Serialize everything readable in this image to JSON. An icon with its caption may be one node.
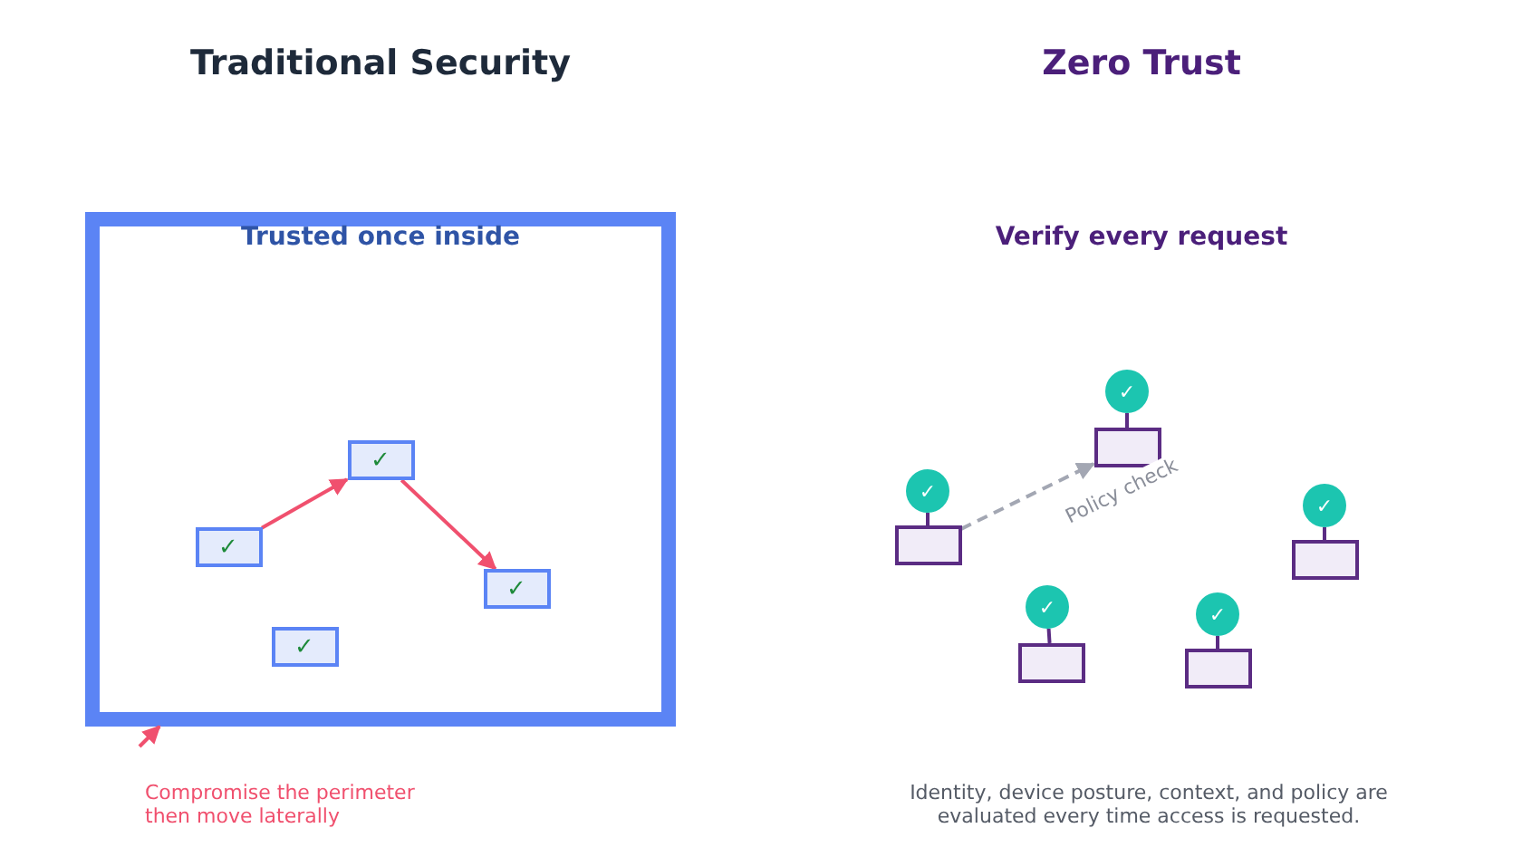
{
  "diagram": {
    "nodes": [
      {
        "text": [
          "Trusted once inside"
        ]
      },
      {
        "text": [
          "✓"
        ],
        "in": 0
      },
      {
        "text": [
          "✓"
        ],
        "in": 0
      },
      {
        "text": [
          "✓"
        ],
        "in": 0
      },
      {
        "text": [
          "✓"
        ],
        "in": 0
      },
      {
        "text": [
          "✓"
        ]
      },
      {
        "text": [],
        "shape": "box"
      },
      {
        "text": [
          "✓"
        ]
      },
      {
        "text": [],
        "shape": "box"
      },
      {
        "text": [
          "✓"
        ]
      },
      {
        "text": [],
        "shape": "box"
      },
      {
        "text": [
          "✓"
        ]
      },
      {
        "text": [],
        "shape": "box"
      },
      {
        "text": [
          "✓"
        ]
      },
      {
        "text": [],
        "shape": "box"
      }
    ],
    "edges": [
      {
        "from": 2,
        "to": 1,
        "arrow": "to",
        "color": "#f0506e"
      },
      {
        "from": 1,
        "to": 3,
        "arrow": "to",
        "color": "#f0506e"
      },
      {
        "from": null,
        "to": 0,
        "arrow": "to",
        "color": "#f0506e"
      },
      {
        "from": 5,
        "to": 6,
        "arrow": "none"
      },
      {
        "from": 7,
        "to": 8,
        "arrow": "none"
      },
      {
        "from": 9,
        "to": 10,
        "arrow": "none"
      },
      {
        "from": 11,
        "to": 12,
        "arrow": "none"
      },
      {
        "from": 13,
        "to": 14,
        "arrow": "none"
      },
      {
        "from": 8,
        "to": 6,
        "arrow": "to",
        "label": "Policy check",
        "style": "dashed",
        "color": "#a3a7b3"
      }
    ],
    "labels": [
      "Traditional Security",
      "Zero Trust",
      "Verify every request",
      "Compromise the perimeter then move laterally",
      "Identity, device posture, context, and policy are evaluated every time access is requested."
    ]
  }
}
